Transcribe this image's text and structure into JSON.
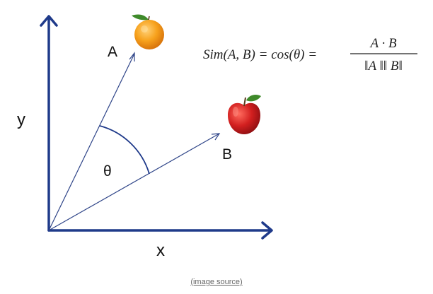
{
  "labels": {
    "y_axis": "y",
    "x_axis": "x",
    "vector_a": "A",
    "vector_b": "B",
    "angle": "θ"
  },
  "formula": {
    "lhs": "Sim(A, B) = cos(θ) =",
    "numerator": "A · B",
    "denominator": "‖A ‖‖ B‖"
  },
  "icons": {
    "vector_a": "orange-icon",
    "vector_b": "apple-icon"
  },
  "colors": {
    "axis": "#1f3a8a",
    "vector": "#2e4488",
    "orange": "#f39a1c",
    "apple": "#c41e1e",
    "leaf": "#3f8a2a"
  },
  "footer": {
    "source_link": "(image source)"
  }
}
